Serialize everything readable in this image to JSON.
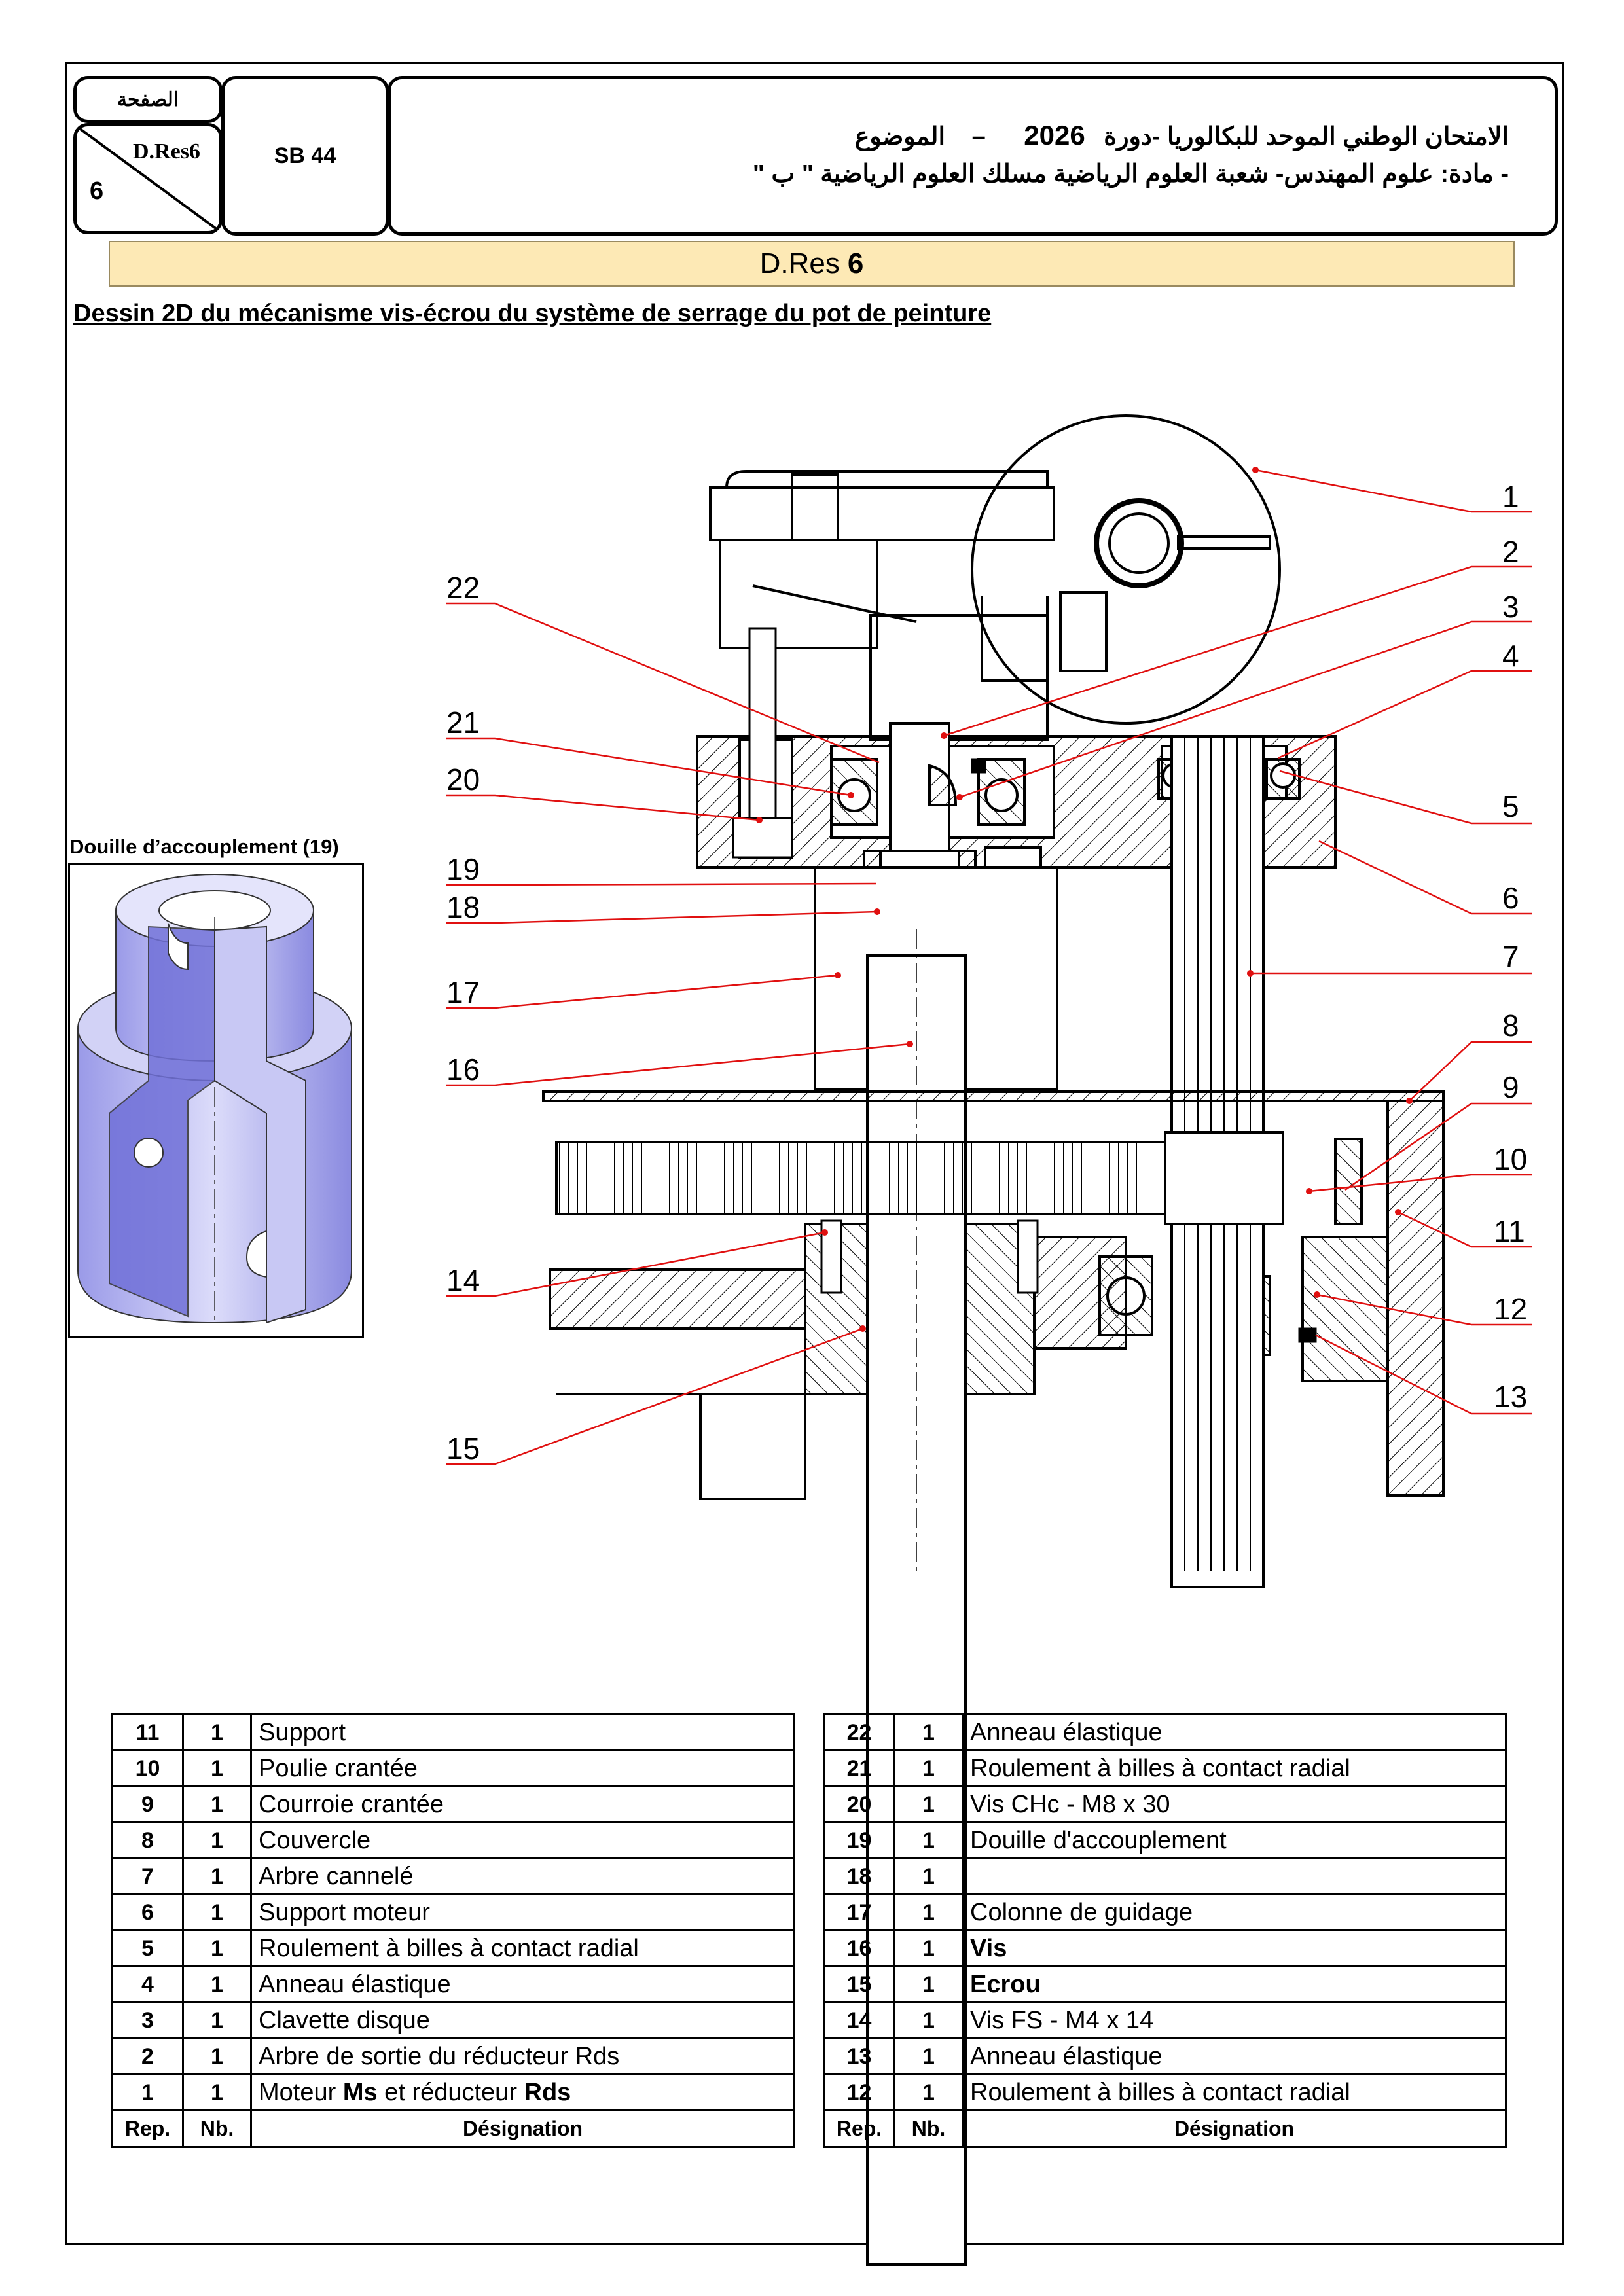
{
  "header": {
    "page_label": "الصفحة",
    "page_ref": "D.Res6",
    "page_count": "6",
    "code": "SB 44",
    "exam_line": "الامتحان الوطني الموحد للبكالوريا -دورة",
    "year": "2026",
    "dash": "–",
    "subject_word": "الموضوع",
    "subject_line": "- مادة: علوم المهندس- شعبة العلوم الرياضية مسلك العلوم الرياضية \" ب \""
  },
  "banner": {
    "label": "D.Res",
    "number": "6"
  },
  "subtitle": "Dessin 2D du mécanisme vis-écrou du système de serrage du pot de peinture",
  "douille": {
    "caption": "Douille d’accouplement (19)"
  },
  "callouts": [
    "1",
    "2",
    "3",
    "4",
    "5",
    "6",
    "7",
    "8",
    "9",
    "10",
    "11",
    "12",
    "13",
    "14",
    "15",
    "16",
    "17",
    "18",
    "19",
    "20",
    "21",
    "22"
  ],
  "parts_left": [
    {
      "rep": "11",
      "nb": "1",
      "des": "Support"
    },
    {
      "rep": "10",
      "nb": "1",
      "des": "Poulie crantée"
    },
    {
      "rep": "9",
      "nb": "1",
      "des": "Courroie crantée"
    },
    {
      "rep": "8",
      "nb": "1",
      "des": "Couvercle"
    },
    {
      "rep": "7",
      "nb": "1",
      "des": "Arbre cannelé"
    },
    {
      "rep": "6",
      "nb": "1",
      "des": "Support moteur"
    },
    {
      "rep": "5",
      "nb": "1",
      "des": "Roulement à billes à contact radial"
    },
    {
      "rep": "4",
      "nb": "1",
      "des": "Anneau élastique"
    },
    {
      "rep": "3",
      "nb": "1",
      "des": "Clavette disque"
    },
    {
      "rep": "2",
      "nb": "1",
      "des": "Arbre de sortie du réducteur Rds"
    },
    {
      "rep": "1",
      "nb": "1",
      "des_a": "Moteur ",
      "des_b": "Ms",
      "des_c": " et réducteur ",
      "des_d": "Rds"
    }
  ],
  "parts_right": [
    {
      "rep": "22",
      "nb": "1",
      "des": "Anneau élastique"
    },
    {
      "rep": "21",
      "nb": "1",
      "des": "Roulement à billes à contact radial"
    },
    {
      "rep": "20",
      "nb": "1",
      "des": "Vis CHc - M8 x 30"
    },
    {
      "rep": "19",
      "nb": "1",
      "des": "Douille d'accouplement"
    },
    {
      "rep": "18",
      "nb": "1",
      "des": ""
    },
    {
      "rep": "17",
      "nb": "1",
      "des": "Colonne de guidage"
    },
    {
      "rep": "16",
      "nb": "1",
      "des": "Vis"
    },
    {
      "rep": "15",
      "nb": "1",
      "des": "Ecrou"
    },
    {
      "rep": "14",
      "nb": "1",
      "des": "Vis FS - M4 x 14"
    },
    {
      "rep": "13",
      "nb": "1",
      "des": "Anneau élastique"
    },
    {
      "rep": "12",
      "nb": "1",
      "des": "Roulement à billes à contact radial"
    }
  ],
  "table_footer": {
    "rep": "Rep.",
    "nb": "Nb.",
    "des": "Désignation"
  },
  "colors": {
    "banner": "#fde9b5",
    "leader": "#e01010",
    "douille": "#b8b8f0"
  }
}
